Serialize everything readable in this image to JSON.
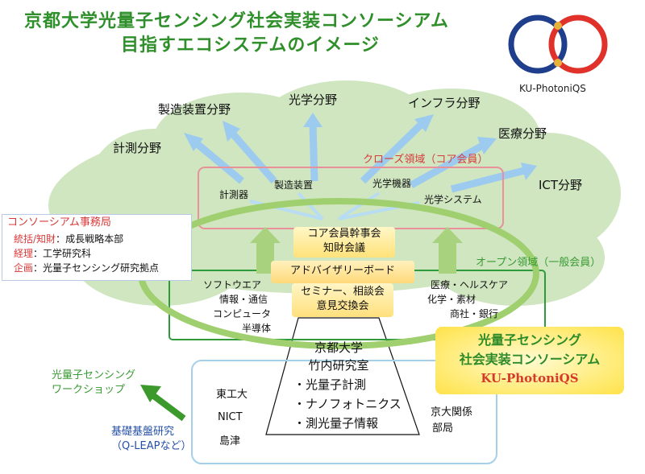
{
  "title": {
    "line1": "京都大学光量子センシング社会実装コンソーシアム",
    "line2": "目指すエコシステムのイメージ"
  },
  "logo": {
    "label": "KU-PhotoniQS",
    "colors": {
      "left_ring": "#1f3f8c",
      "right_ring": "#e0312b",
      "dots": "#e8b23a"
    }
  },
  "fields": {
    "seizo": "製造装置分野",
    "kogaku": "光学分野",
    "infra": "インフラ分野",
    "keisoku": "計測分野",
    "iryo": "医療分野",
    "ict": "ICT分野"
  },
  "closed_domain": {
    "label": "クローズ領域（コア会員）",
    "items": [
      "計測器",
      "製造装置",
      "光学機器",
      "光学システム"
    ]
  },
  "open_domain": {
    "label": "オープン領域（一般会員）",
    "left_items": [
      "ソフトウエア",
      "情報・通信",
      "コンピュータ",
      "半導体"
    ],
    "right_items": [
      "医療・ヘルスケア",
      "化学・素材",
      "商社・銀行"
    ]
  },
  "office": {
    "title": "コンソーシアム事務局",
    "rows": [
      {
        "role": "統括/知財",
        "sep": "：",
        "value": "成長戦略本部"
      },
      {
        "role": "経理",
        "sep": "：",
        "value": "工学研究科"
      },
      {
        "role": "企画",
        "sep": "：",
        "value": "光量子センシング研究拠点"
      }
    ]
  },
  "core_board": {
    "line1": "コア会員幹事会",
    "line2": "知財会議"
  },
  "advisory_board": "アドバイザリーボード",
  "seminar": {
    "line1": "セミナー、相談会",
    "line2": "意見交換会"
  },
  "trunk": {
    "lines": [
      "京都大学",
      "竹内研究室",
      "・光量子計測",
      "・ナノフォトニクス",
      "・測光量子情報"
    ]
  },
  "roots": {
    "left": [
      "東工大",
      "NICT",
      "島津"
    ],
    "right": [
      "京大関係",
      "部局"
    ]
  },
  "consortium_badge": {
    "line1": "光量子センシング",
    "line2": "社会実装コンソーシアム",
    "line3": "KU-PhotoniQS"
  },
  "workshop": {
    "line1": "光量子センシング",
    "line2": "ワークショップ"
  },
  "basic_research": {
    "line1": "基礎基盤研究",
    "line2": "（Q-LEAPなど）"
  },
  "colors": {
    "title_green": "#2f8f2a",
    "tree_green": "#cfe6c0",
    "ellipse_green": "#9fcf6e",
    "arrow_blue": "#9ccbef",
    "office_red": "#d83a3a",
    "research_blue": "#2450a8",
    "badge_green": "#2e8b2a",
    "badge_red": "#d53a2c"
  }
}
